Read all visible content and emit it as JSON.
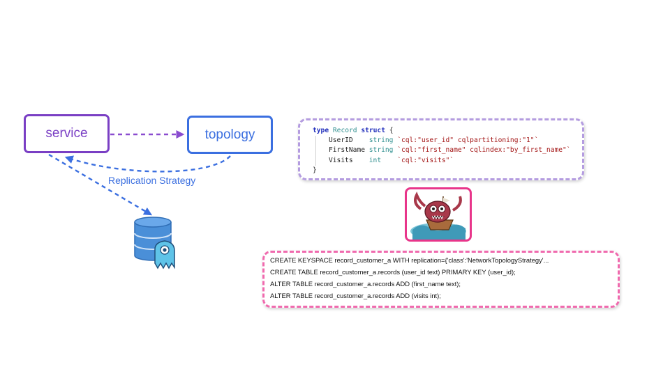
{
  "nodes": {
    "service": {
      "label": "service",
      "color": "#7a3fc4"
    },
    "topology": {
      "label": "topology",
      "color": "#3b6fe0"
    }
  },
  "edges": {
    "replication_label": "Replication Strategy",
    "replication_color": "#3b6fe0",
    "service_topology_color": "#8a4ccf"
  },
  "code": {
    "line1": {
      "kw": "type",
      "name": "Record",
      "kw2": "struct",
      "brace": "{"
    },
    "fields": [
      {
        "name": "UserID",
        "type": "string",
        "tag": "`cql:\"user_id\" cqlpartitioning:\"1\"`"
      },
      {
        "name": "FirstName",
        "type": "string",
        "tag": "`cql:\"first_name\" cqlindex:\"by_first_name\"`"
      },
      {
        "name": "Visits",
        "type": "int",
        "tag": "`cql:\"visits\"`"
      }
    ],
    "close": "}",
    "border_color": "#b49ce0"
  },
  "cql": {
    "lines": [
      "CREATE KEYSPACE record_customer_a WITH replication={'class':'NetworkTopologyStrategy'...",
      "CREATE TABLE record_customer_a.records (user_id text) PRIMARY KEY (user_id);",
      "ALTER TABLE record_customer_a.records ADD (first_name text);",
      "ALTER TABLE record_customer_a.records ADD (visits int);"
    ],
    "border_color": "#f06aae"
  },
  "icons": {
    "database": "database-icon",
    "monster": "scylla-monster-icon",
    "mascot": "octopus-ship-mascot-icon"
  }
}
